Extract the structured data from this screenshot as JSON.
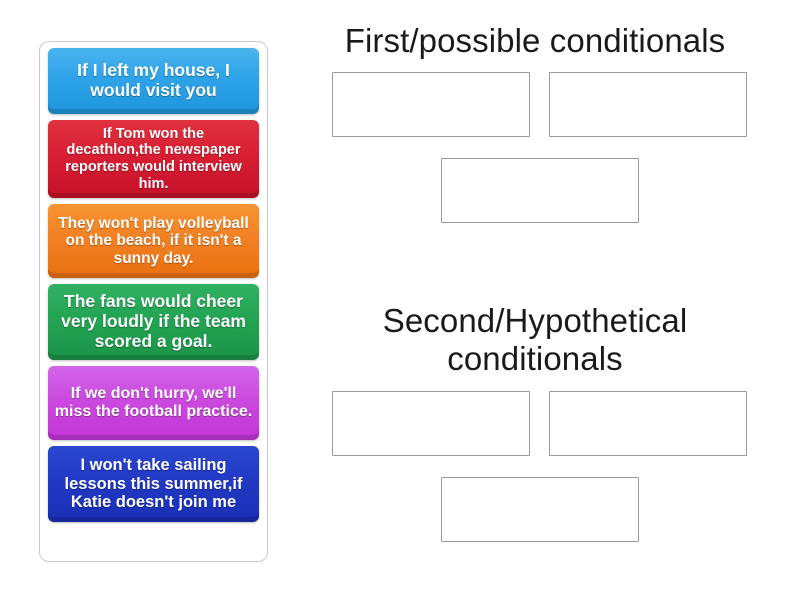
{
  "activity": {
    "type": "group-sort-drag-and-drop"
  },
  "tray": {
    "name": "sentence-tiles",
    "tiles": [
      {
        "id": "tile-1",
        "text": "If I left my house, I would visit you",
        "color": "#2ea3e8",
        "color_name": "blue"
      },
      {
        "id": "tile-2",
        "text": "If Tom won the decathlon,the newspaper reporters would interview him.",
        "color": "#d81f33",
        "color_name": "red"
      },
      {
        "id": "tile-3",
        "text": "They won't play volleyball on the beach, if it isn't a sunny day.",
        "color": "#f28124",
        "color_name": "orange"
      },
      {
        "id": "tile-4",
        "text": "The fans would cheer very loudly if the team scored a goal.",
        "color": "#23a453",
        "color_name": "green"
      },
      {
        "id": "tile-5",
        "text": "If we don't hurry, we'll miss the football practice.",
        "color": "#cb4ade",
        "color_name": "magenta"
      },
      {
        "id": "tile-6",
        "text": "I won't take sailing lessons this summer,if Katie doesn't join me",
        "color": "#2139c4",
        "color_name": "navy"
      }
    ]
  },
  "groups": [
    {
      "id": "group-1",
      "title": "First/possible conditionals",
      "dropzones": [
        {
          "id": "g1-dz-1",
          "content": ""
        },
        {
          "id": "g1-dz-2",
          "content": ""
        },
        {
          "id": "g1-dz-3",
          "content": ""
        }
      ]
    },
    {
      "id": "group-2",
      "title": "Second/Hypothetical conditionals",
      "dropzones": [
        {
          "id": "g2-dz-1",
          "content": ""
        },
        {
          "id": "g2-dz-2",
          "content": ""
        },
        {
          "id": "g2-dz-3",
          "content": ""
        }
      ]
    }
  ],
  "theme": {
    "background": "#ffffff",
    "tray_border": "#c9c9c9",
    "dropzone_border": "#9a9a9a",
    "title_color": "#1a1a1a",
    "tile_text_color": "#ffffff"
  }
}
